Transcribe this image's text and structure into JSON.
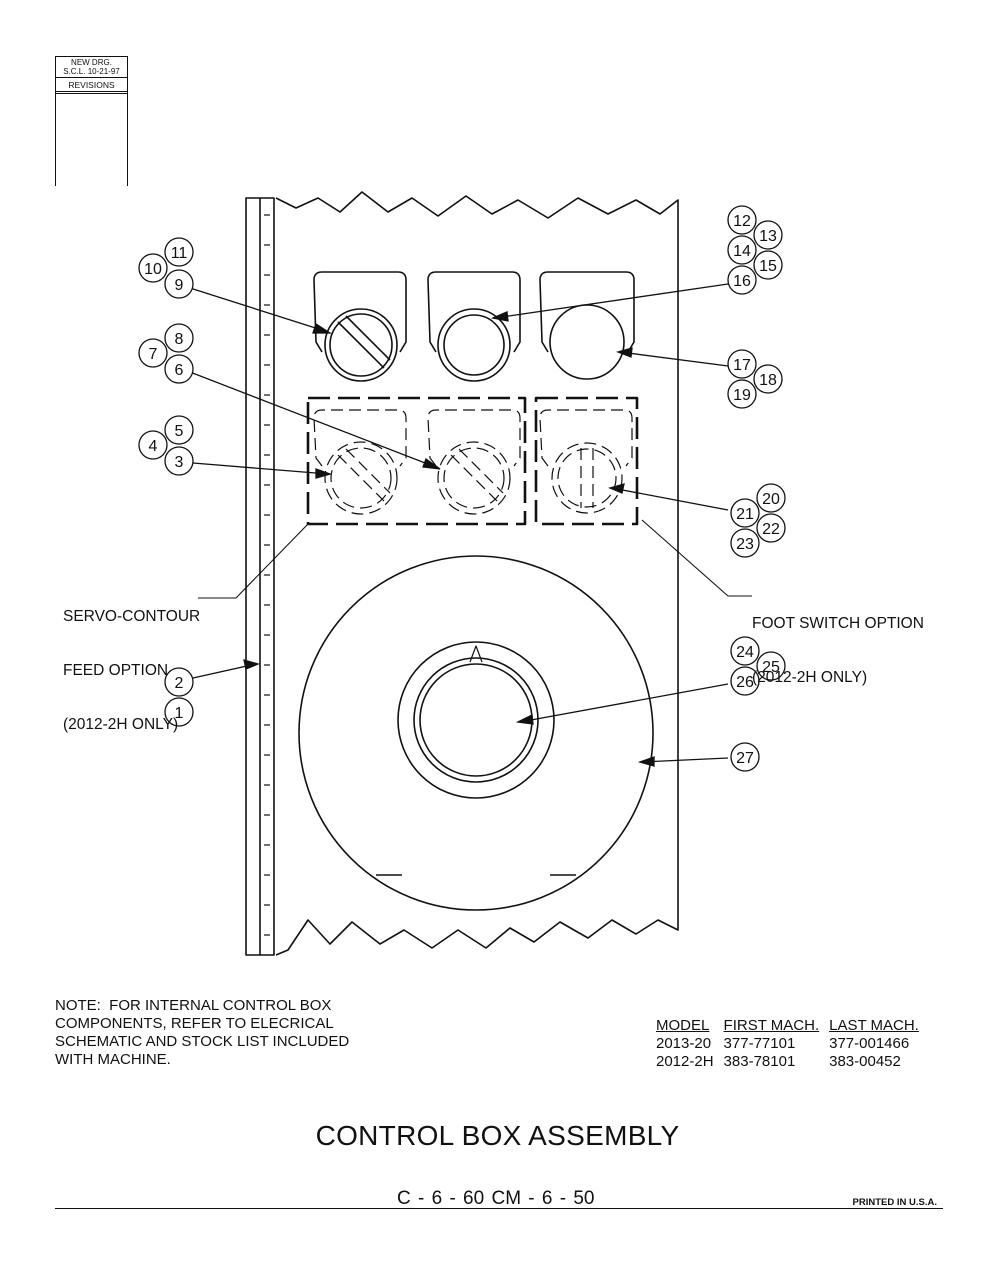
{
  "revisions": {
    "new_drg": "NEW DRG.",
    "date": "S.C.L. 10-21-97",
    "label": "REVISIONS"
  },
  "callouts": [
    "1",
    "2",
    "3",
    "4",
    "5",
    "6",
    "7",
    "8",
    "9",
    "10",
    "11",
    "12",
    "13",
    "14",
    "15",
    "16",
    "17",
    "18",
    "19",
    "20",
    "21",
    "22",
    "23",
    "24",
    "25",
    "26",
    "27"
  ],
  "labels": {
    "servo": [
      "SERVO-CONTOUR",
      "FEED OPTION",
      "(2012-2H ONLY)"
    ],
    "foot": [
      "FOOT SWITCH OPTION",
      "(2012-2H ONLY)"
    ]
  },
  "note": [
    "NOTE:  FOR INTERNAL CONTROL BOX",
    "COMPONENTS, REFER TO ELECRICAL",
    "SCHEMATIC AND STOCK LIST INCLUDED",
    "WITH MACHINE."
  ],
  "models_table": {
    "headers": [
      "MODEL",
      "FIRST MACH.",
      "LAST MACH."
    ],
    "rows": [
      [
        "2013-20",
        "377-77101",
        "377-001466"
      ],
      [
        "2012-2H",
        "383-78101",
        "383-00452"
      ]
    ]
  },
  "title": "CONTROL BOX ASSEMBLY",
  "page_code": "C - 6 - 60    CM - 6 - 50",
  "printed": "PRINTED IN U.S.A."
}
